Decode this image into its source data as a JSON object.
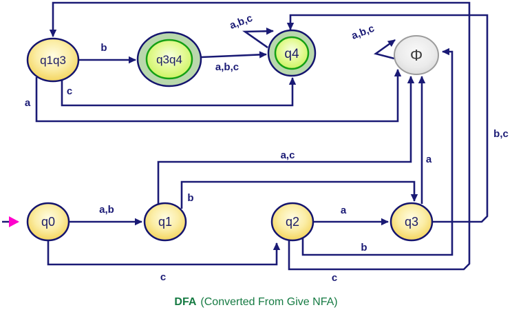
{
  "caption": {
    "bold": "DFA",
    "rest": "(Converted From Give NFA)"
  },
  "colors": {
    "edge_line": "#1a1a75",
    "state_border": "#14146e",
    "state_fill_yellow": "#f1ca3e",
    "accept_ring_fill": "#b9d8ac",
    "accept_inner_fill": "#bfef48",
    "accept_inner_border": "#14a014",
    "trap_fill": "#d2d2d2",
    "trap_border": "#9c9c9c",
    "start_arrow": "#ff00cc",
    "caption_green": "#157a42"
  },
  "states": {
    "q1q3": {
      "label": "q1q3",
      "type": "normal"
    },
    "q3q4": {
      "label": "q3q4",
      "type": "accepting"
    },
    "q4": {
      "label": "q4",
      "type": "accepting"
    },
    "phi": {
      "label": "Φ",
      "type": "trap"
    },
    "q0": {
      "label": "q0",
      "type": "start"
    },
    "q1": {
      "label": "q1",
      "type": "normal"
    },
    "q2": {
      "label": "q2",
      "type": "normal"
    },
    "q3": {
      "label": "q3",
      "type": "normal"
    }
  },
  "transitions": {
    "start_q0": {
      "from": "start",
      "to": "q0",
      "label": ""
    },
    "q0_q1": {
      "from": "q0",
      "to": "q1",
      "label": "a,b"
    },
    "q0_q2": {
      "from": "q0",
      "to": "q2",
      "label": "c"
    },
    "q1_phi": {
      "from": "q1",
      "to": "phi",
      "label": "a,c"
    },
    "q1_q3": {
      "from": "q1",
      "to": "q3",
      "label": "b"
    },
    "q2_q3": {
      "from": "q2",
      "to": "q3",
      "label": "a"
    },
    "q2_phi": {
      "from": "q2",
      "to": "phi",
      "label": "b"
    },
    "q2_q1q3": {
      "from": "q2",
      "to": "q1q3",
      "label": "c"
    },
    "q3_phi": {
      "from": "q3",
      "to": "phi",
      "label": "a"
    },
    "q3_q4": {
      "from": "q3",
      "to": "q4",
      "label": "b,c"
    },
    "q1q3_q3q4": {
      "from": "q1q3",
      "to": "q3q4",
      "label": "b"
    },
    "q1q3_q4": {
      "from": "q1q3",
      "to": "q4",
      "label": "c"
    },
    "q1q3_phi": {
      "from": "q1q3",
      "to": "phi",
      "label": "a"
    },
    "q3q4_q4": {
      "from": "q3q4",
      "to": "q4",
      "label": "a,b,c"
    },
    "q4_loop": {
      "from": "q4",
      "to": "q4",
      "label": "a,b,c"
    },
    "phi_loop": {
      "from": "phi",
      "to": "phi",
      "label": "a,b,c"
    }
  }
}
